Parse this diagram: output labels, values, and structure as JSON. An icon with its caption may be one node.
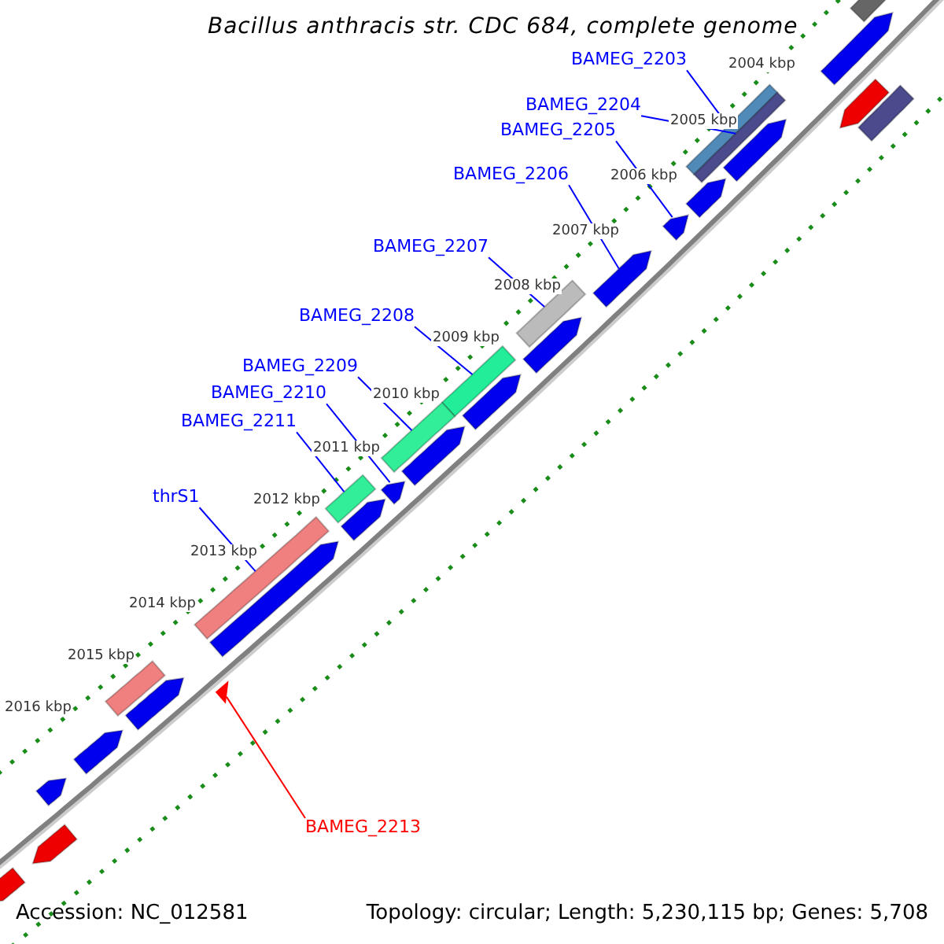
{
  "diagram": {
    "title": "Bacillus anthracis str. CDC 684, complete genome",
    "nodes": [
      {
        "text": [
          "BAMEG_2203"
        ]
      },
      {
        "text": [
          "BAMEG_2204"
        ]
      },
      {
        "text": [
          "BAMEG_2205"
        ]
      },
      {
        "text": [
          "BAMEG_2206"
        ]
      },
      {
        "text": [
          "BAMEG_2207"
        ]
      },
      {
        "text": [
          "BAMEG_2208"
        ]
      },
      {
        "text": [
          "BAMEG_2209"
        ]
      },
      {
        "text": [
          "BAMEG_2210"
        ]
      },
      {
        "text": [
          "BAMEG_2211"
        ]
      },
      {
        "text": [
          "thrS1"
        ]
      },
      {
        "text": [
          "BAMEG_2213"
        ]
      },
      {
        "text": [],
        "shape": "bar"
      },
      {
        "text": [],
        "shape": "bar"
      },
      {
        "text": [],
        "shape": "bar"
      },
      {
        "text": [],
        "shape": "bar"
      },
      {
        "text": [],
        "shape": "bar"
      },
      {
        "text": [],
        "shape": "bar"
      },
      {
        "text": [],
        "shape": "bar"
      },
      {
        "text": [],
        "shape": "bar"
      },
      {
        "text": [],
        "shape": "bar"
      },
      {
        "text": [],
        "shape": "bar"
      },
      {
        "text": [],
        "shape": "triangle"
      },
      {
        "text": [],
        "shape": "bar"
      },
      {
        "text": [],
        "shape": "bar"
      },
      {
        "text": [],
        "shape": "bar"
      },
      {
        "text": [],
        "shape": "bar"
      },
      {
        "text": [],
        "shape": "bar"
      },
      {
        "text": [],
        "shape": "bar"
      },
      {
        "text": [],
        "shape": "bar"
      },
      {
        "text": [],
        "shape": "bar"
      },
      {
        "text": [],
        "shape": "bar"
      },
      {
        "text": [],
        "shape": "bar"
      },
      {
        "text": [],
        "shape": "bar"
      },
      {
        "text": [],
        "shape": "bar"
      },
      {
        "text": [],
        "shape": "bar"
      },
      {
        "text": [],
        "shape": "bar"
      },
      {
        "text": [],
        "shape": "bar"
      },
      {
        "text": [],
        "shape": "bar"
      },
      {
        "text": [],
        "shape": "bar"
      }
    ],
    "edges": [
      {
        "from": 0,
        "to": 11,
        "arrow": "none"
      },
      {
        "from": 1,
        "to": 12,
        "arrow": "none"
      },
      {
        "from": 2,
        "to": 13,
        "arrow": "none"
      },
      {
        "from": 3,
        "to": 14,
        "arrow": "none"
      },
      {
        "from": 4,
        "to": 15,
        "arrow": "none"
      },
      {
        "from": 5,
        "to": 16,
        "arrow": "none"
      },
      {
        "from": 6,
        "to": 17,
        "arrow": "none"
      },
      {
        "from": 7,
        "to": 18,
        "arrow": "none"
      },
      {
        "from": 8,
        "to": 19,
        "arrow": "none"
      },
      {
        "from": 9,
        "to": 20,
        "arrow": "none"
      },
      {
        "from": 10,
        "to": 21,
        "arrow": "none",
        "color": "#ff0000"
      }
    ],
    "labels": [
      "2004 kbp",
      "2005 kbp",
      "2006 kbp",
      "2007 kbp",
      "2008 kbp",
      "2009 kbp",
      "2010 kbp",
      "2011 kbp",
      "2012 kbp",
      "2013 kbp",
      "2014 kbp",
      "2015 kbp",
      "2016 kbp",
      "Accession: NC_012581",
      "Topology: circular; Length: 5,230,115 bp; Genes: 5,708"
    ]
  }
}
